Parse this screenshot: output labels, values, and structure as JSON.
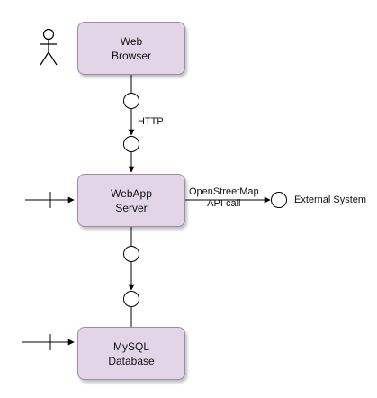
{
  "colors": {
    "box_fill": "#e1d5e7",
    "box_border": "#9a8ea2",
    "line": "#000000",
    "background": "#ffffff"
  },
  "nodes": {
    "web_browser": {
      "label": "Web\nBrowser"
    },
    "webapp_server": {
      "label": "WebApp\nServer"
    },
    "mysql_database": {
      "label": "MySQL\nDatabase"
    }
  },
  "edges": {
    "http_label": "HTTP",
    "openstreetmap_label": "OpenStreetMap\nAPI call",
    "external_system_label": "External System"
  },
  "icons": {
    "actor": "stick-figure-icon",
    "provided_interface": "lollipop-interface-icon",
    "entry_arrow": "arrow-right-icon"
  }
}
